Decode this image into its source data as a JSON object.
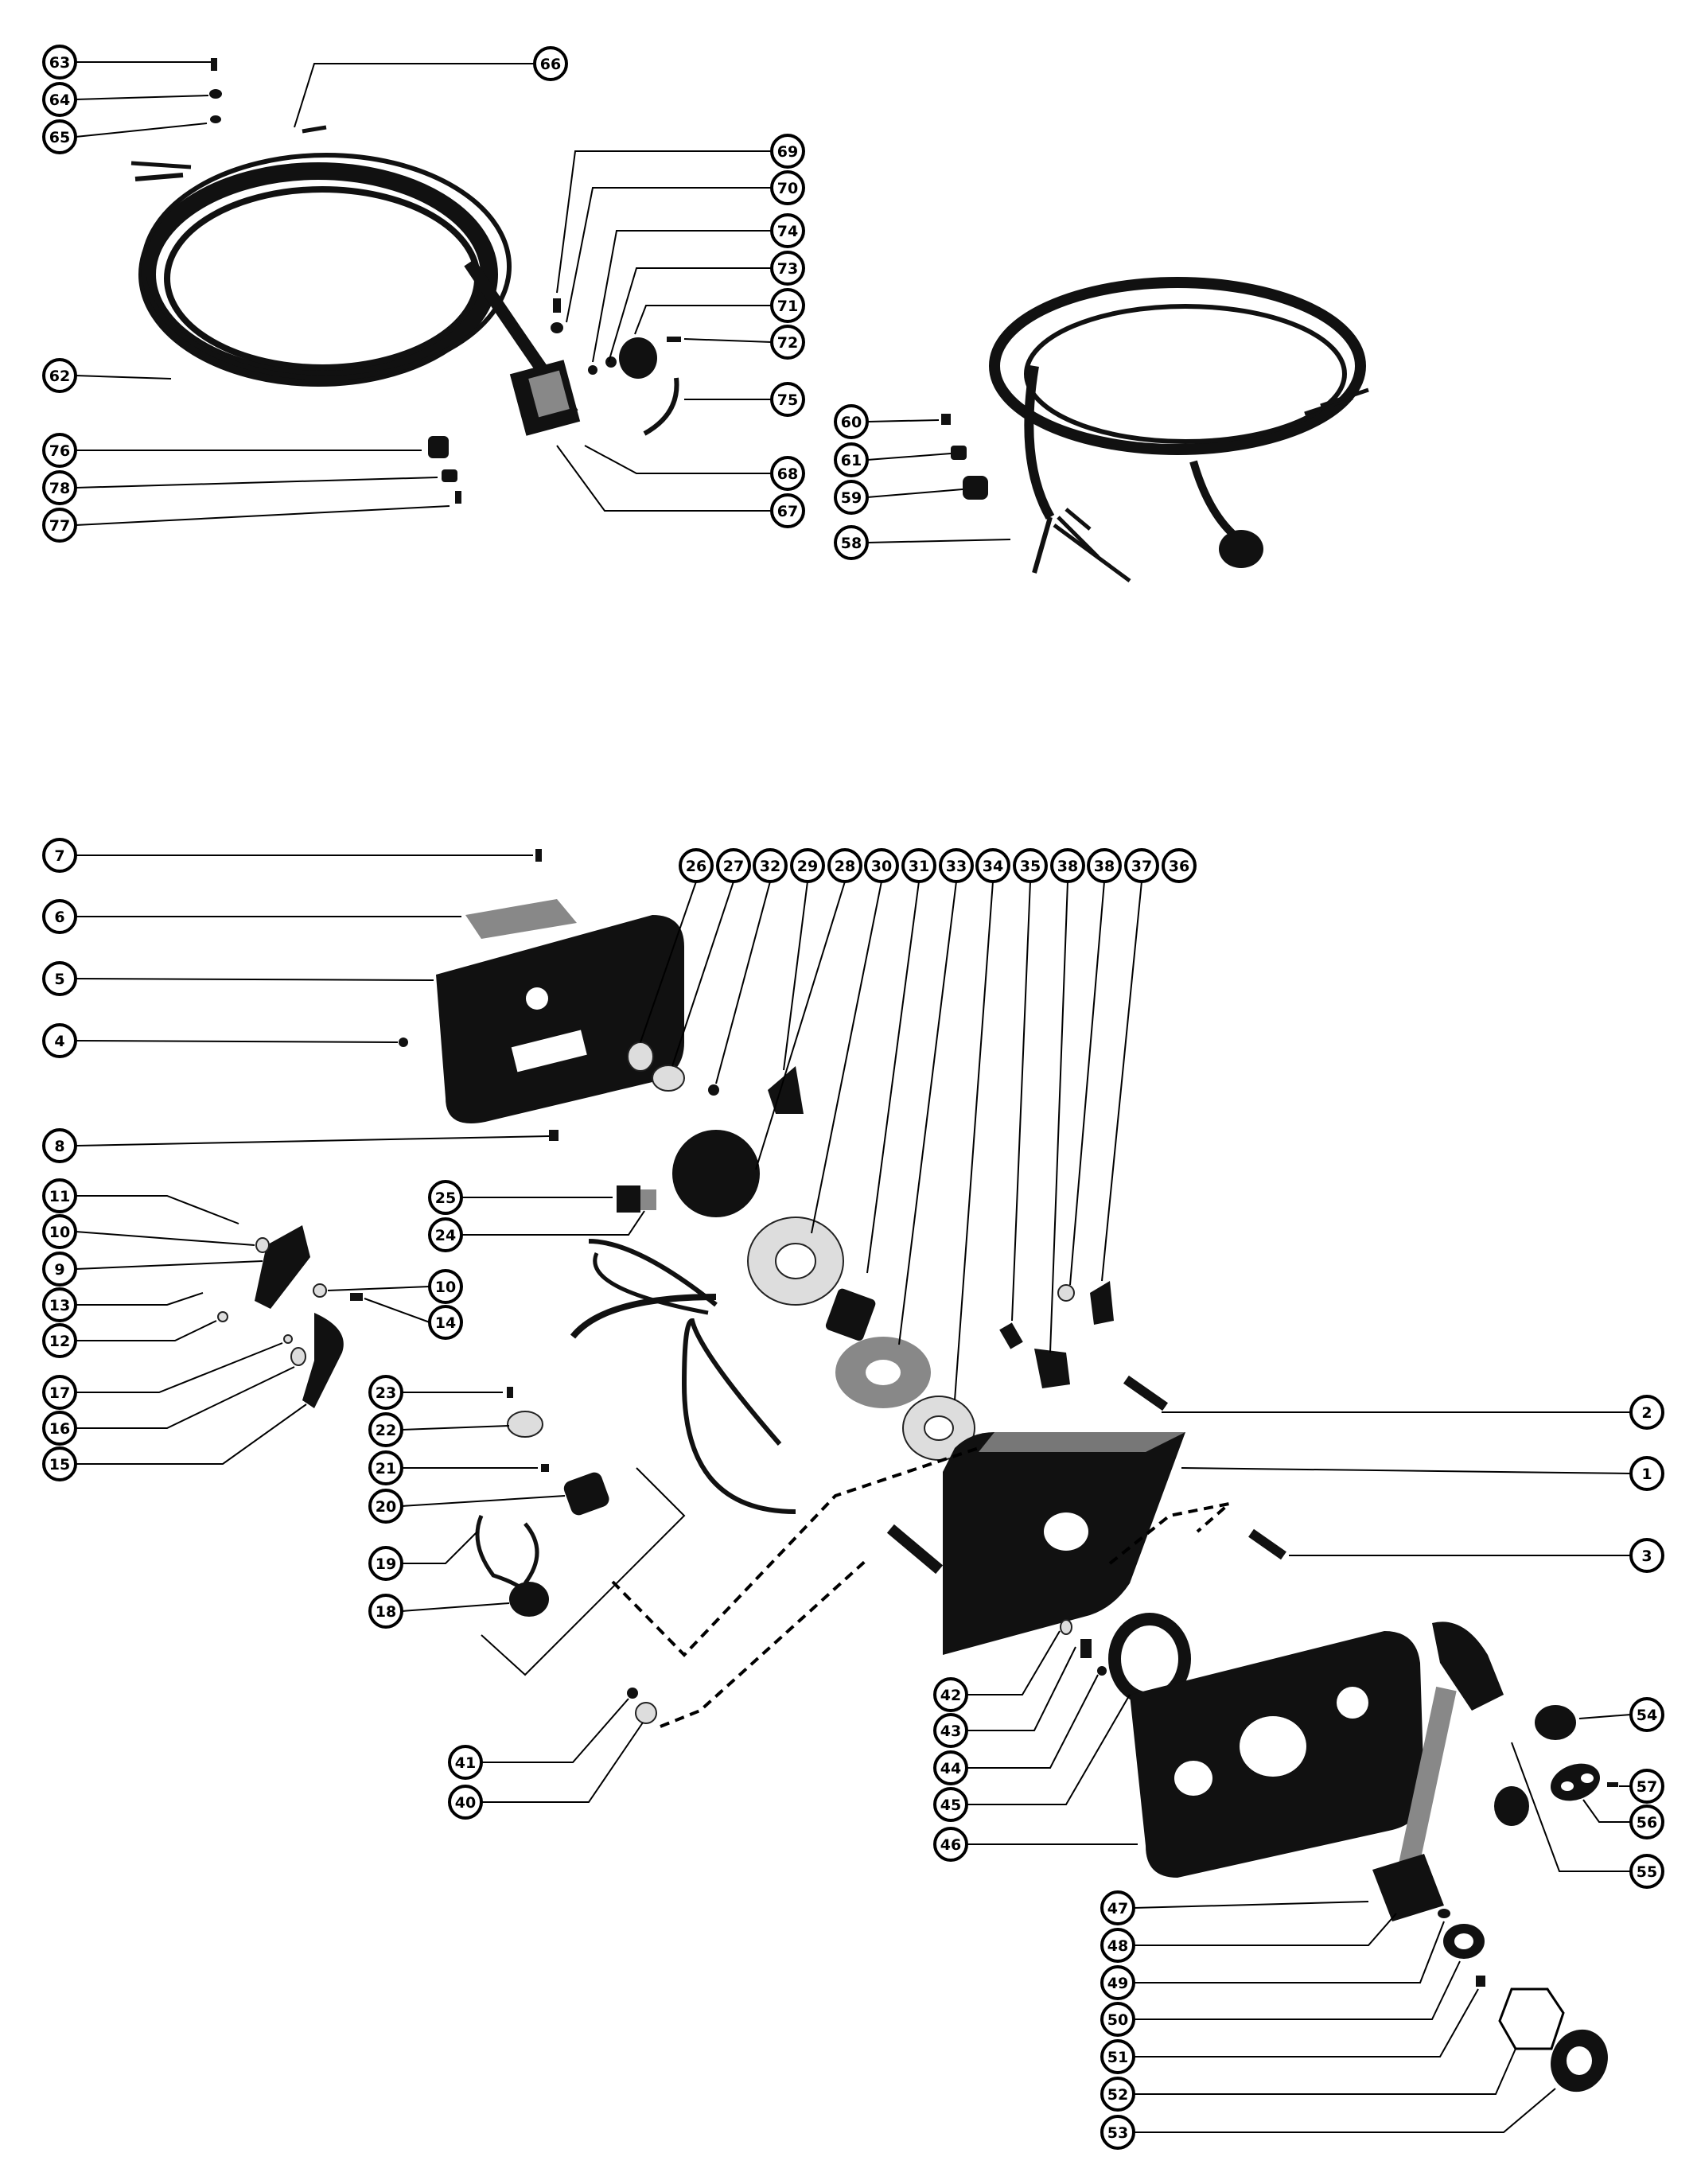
{
  "diagram": {
    "callouts": [
      {
        "id": "63",
        "label": "63"
      },
      {
        "id": "64",
        "label": "64"
      },
      {
        "id": "65",
        "label": "65"
      },
      {
        "id": "66",
        "label": "66"
      },
      {
        "id": "62",
        "label": "62"
      },
      {
        "id": "76",
        "label": "76"
      },
      {
        "id": "78",
        "label": "78"
      },
      {
        "id": "77",
        "label": "77"
      },
      {
        "id": "69",
        "label": "69"
      },
      {
        "id": "70",
        "label": "70"
      },
      {
        "id": "74",
        "label": "74"
      },
      {
        "id": "73",
        "label": "73"
      },
      {
        "id": "71",
        "label": "71"
      },
      {
        "id": "72",
        "label": "72"
      },
      {
        "id": "75",
        "label": "75"
      },
      {
        "id": "68",
        "label": "68"
      },
      {
        "id": "67",
        "label": "67"
      },
      {
        "id": "60",
        "label": "60"
      },
      {
        "id": "61",
        "label": "61"
      },
      {
        "id": "59",
        "label": "59"
      },
      {
        "id": "58",
        "label": "58"
      },
      {
        "id": "7",
        "label": "7"
      },
      {
        "id": "6",
        "label": "6"
      },
      {
        "id": "5",
        "label": "5"
      },
      {
        "id": "4",
        "label": "4"
      },
      {
        "id": "8",
        "label": "8"
      },
      {
        "id": "11",
        "label": "11"
      },
      {
        "id": "10a",
        "label": "10"
      },
      {
        "id": "9",
        "label": "9"
      },
      {
        "id": "13",
        "label": "13"
      },
      {
        "id": "12",
        "label": "12"
      },
      {
        "id": "10b",
        "label": "10"
      },
      {
        "id": "14",
        "label": "14"
      },
      {
        "id": "17",
        "label": "17"
      },
      {
        "id": "16",
        "label": "16"
      },
      {
        "id": "15",
        "label": "15"
      },
      {
        "id": "25",
        "label": "25"
      },
      {
        "id": "24",
        "label": "24"
      },
      {
        "id": "23",
        "label": "23"
      },
      {
        "id": "22",
        "label": "22"
      },
      {
        "id": "21",
        "label": "21"
      },
      {
        "id": "20",
        "label": "20"
      },
      {
        "id": "19",
        "label": "19"
      },
      {
        "id": "18",
        "label": "18"
      },
      {
        "id": "41",
        "label": "41"
      },
      {
        "id": "40",
        "label": "40"
      },
      {
        "id": "26",
        "label": "26"
      },
      {
        "id": "27",
        "label": "27"
      },
      {
        "id": "32",
        "label": "32"
      },
      {
        "id": "29",
        "label": "29"
      },
      {
        "id": "28",
        "label": "28"
      },
      {
        "id": "30",
        "label": "30"
      },
      {
        "id": "31",
        "label": "31"
      },
      {
        "id": "33",
        "label": "33"
      },
      {
        "id": "34",
        "label": "34"
      },
      {
        "id": "35",
        "label": "35"
      },
      {
        "id": "38a",
        "label": "38"
      },
      {
        "id": "38b",
        "label": "38"
      },
      {
        "id": "37",
        "label": "37"
      },
      {
        "id": "36",
        "label": "36"
      },
      {
        "id": "2",
        "label": "2"
      },
      {
        "id": "1",
        "label": "1"
      },
      {
        "id": "3",
        "label": "3"
      },
      {
        "id": "42",
        "label": "42"
      },
      {
        "id": "43",
        "label": "43"
      },
      {
        "id": "44",
        "label": "44"
      },
      {
        "id": "45",
        "label": "45"
      },
      {
        "id": "46",
        "label": "46"
      },
      {
        "id": "54",
        "label": "54"
      },
      {
        "id": "57",
        "label": "57"
      },
      {
        "id": "56",
        "label": "56"
      },
      {
        "id": "55",
        "label": "55"
      },
      {
        "id": "47",
        "label": "47"
      },
      {
        "id": "48",
        "label": "48"
      },
      {
        "id": "49",
        "label": "49"
      },
      {
        "id": "50",
        "label": "50"
      },
      {
        "id": "51",
        "label": "51"
      },
      {
        "id": "52",
        "label": "52"
      },
      {
        "id": "53",
        "label": "53"
      }
    ]
  }
}
